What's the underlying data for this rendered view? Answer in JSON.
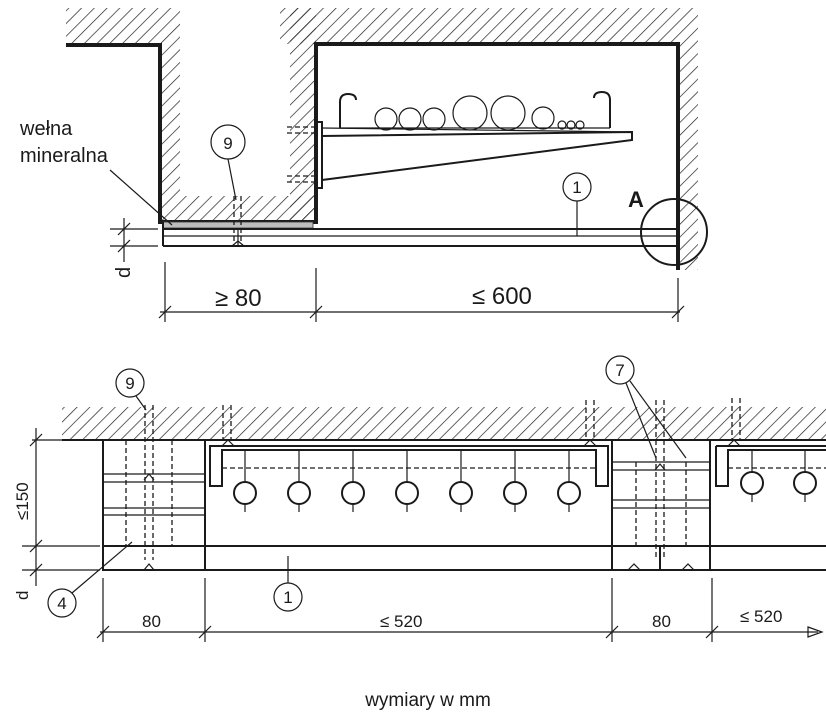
{
  "top_view": {
    "insulation_label_line1": "wełna",
    "insulation_label_line2": "mineralna",
    "marker_9": "9",
    "marker_1": "1",
    "detail_A": "A",
    "dim_d": "d",
    "dim_left": "≥ 80",
    "dim_right": "≤ 600"
  },
  "bottom_view": {
    "marker_9": "9",
    "marker_7": "7",
    "marker_4": "4",
    "marker_1": "1",
    "dim_height": "≤150",
    "dim_d": "d",
    "dim_80_left": "80",
    "dim_520_left": "≤ 520",
    "dim_80_right": "80",
    "dim_520_right": "≤ 520"
  },
  "caption": "wymiary w mm"
}
